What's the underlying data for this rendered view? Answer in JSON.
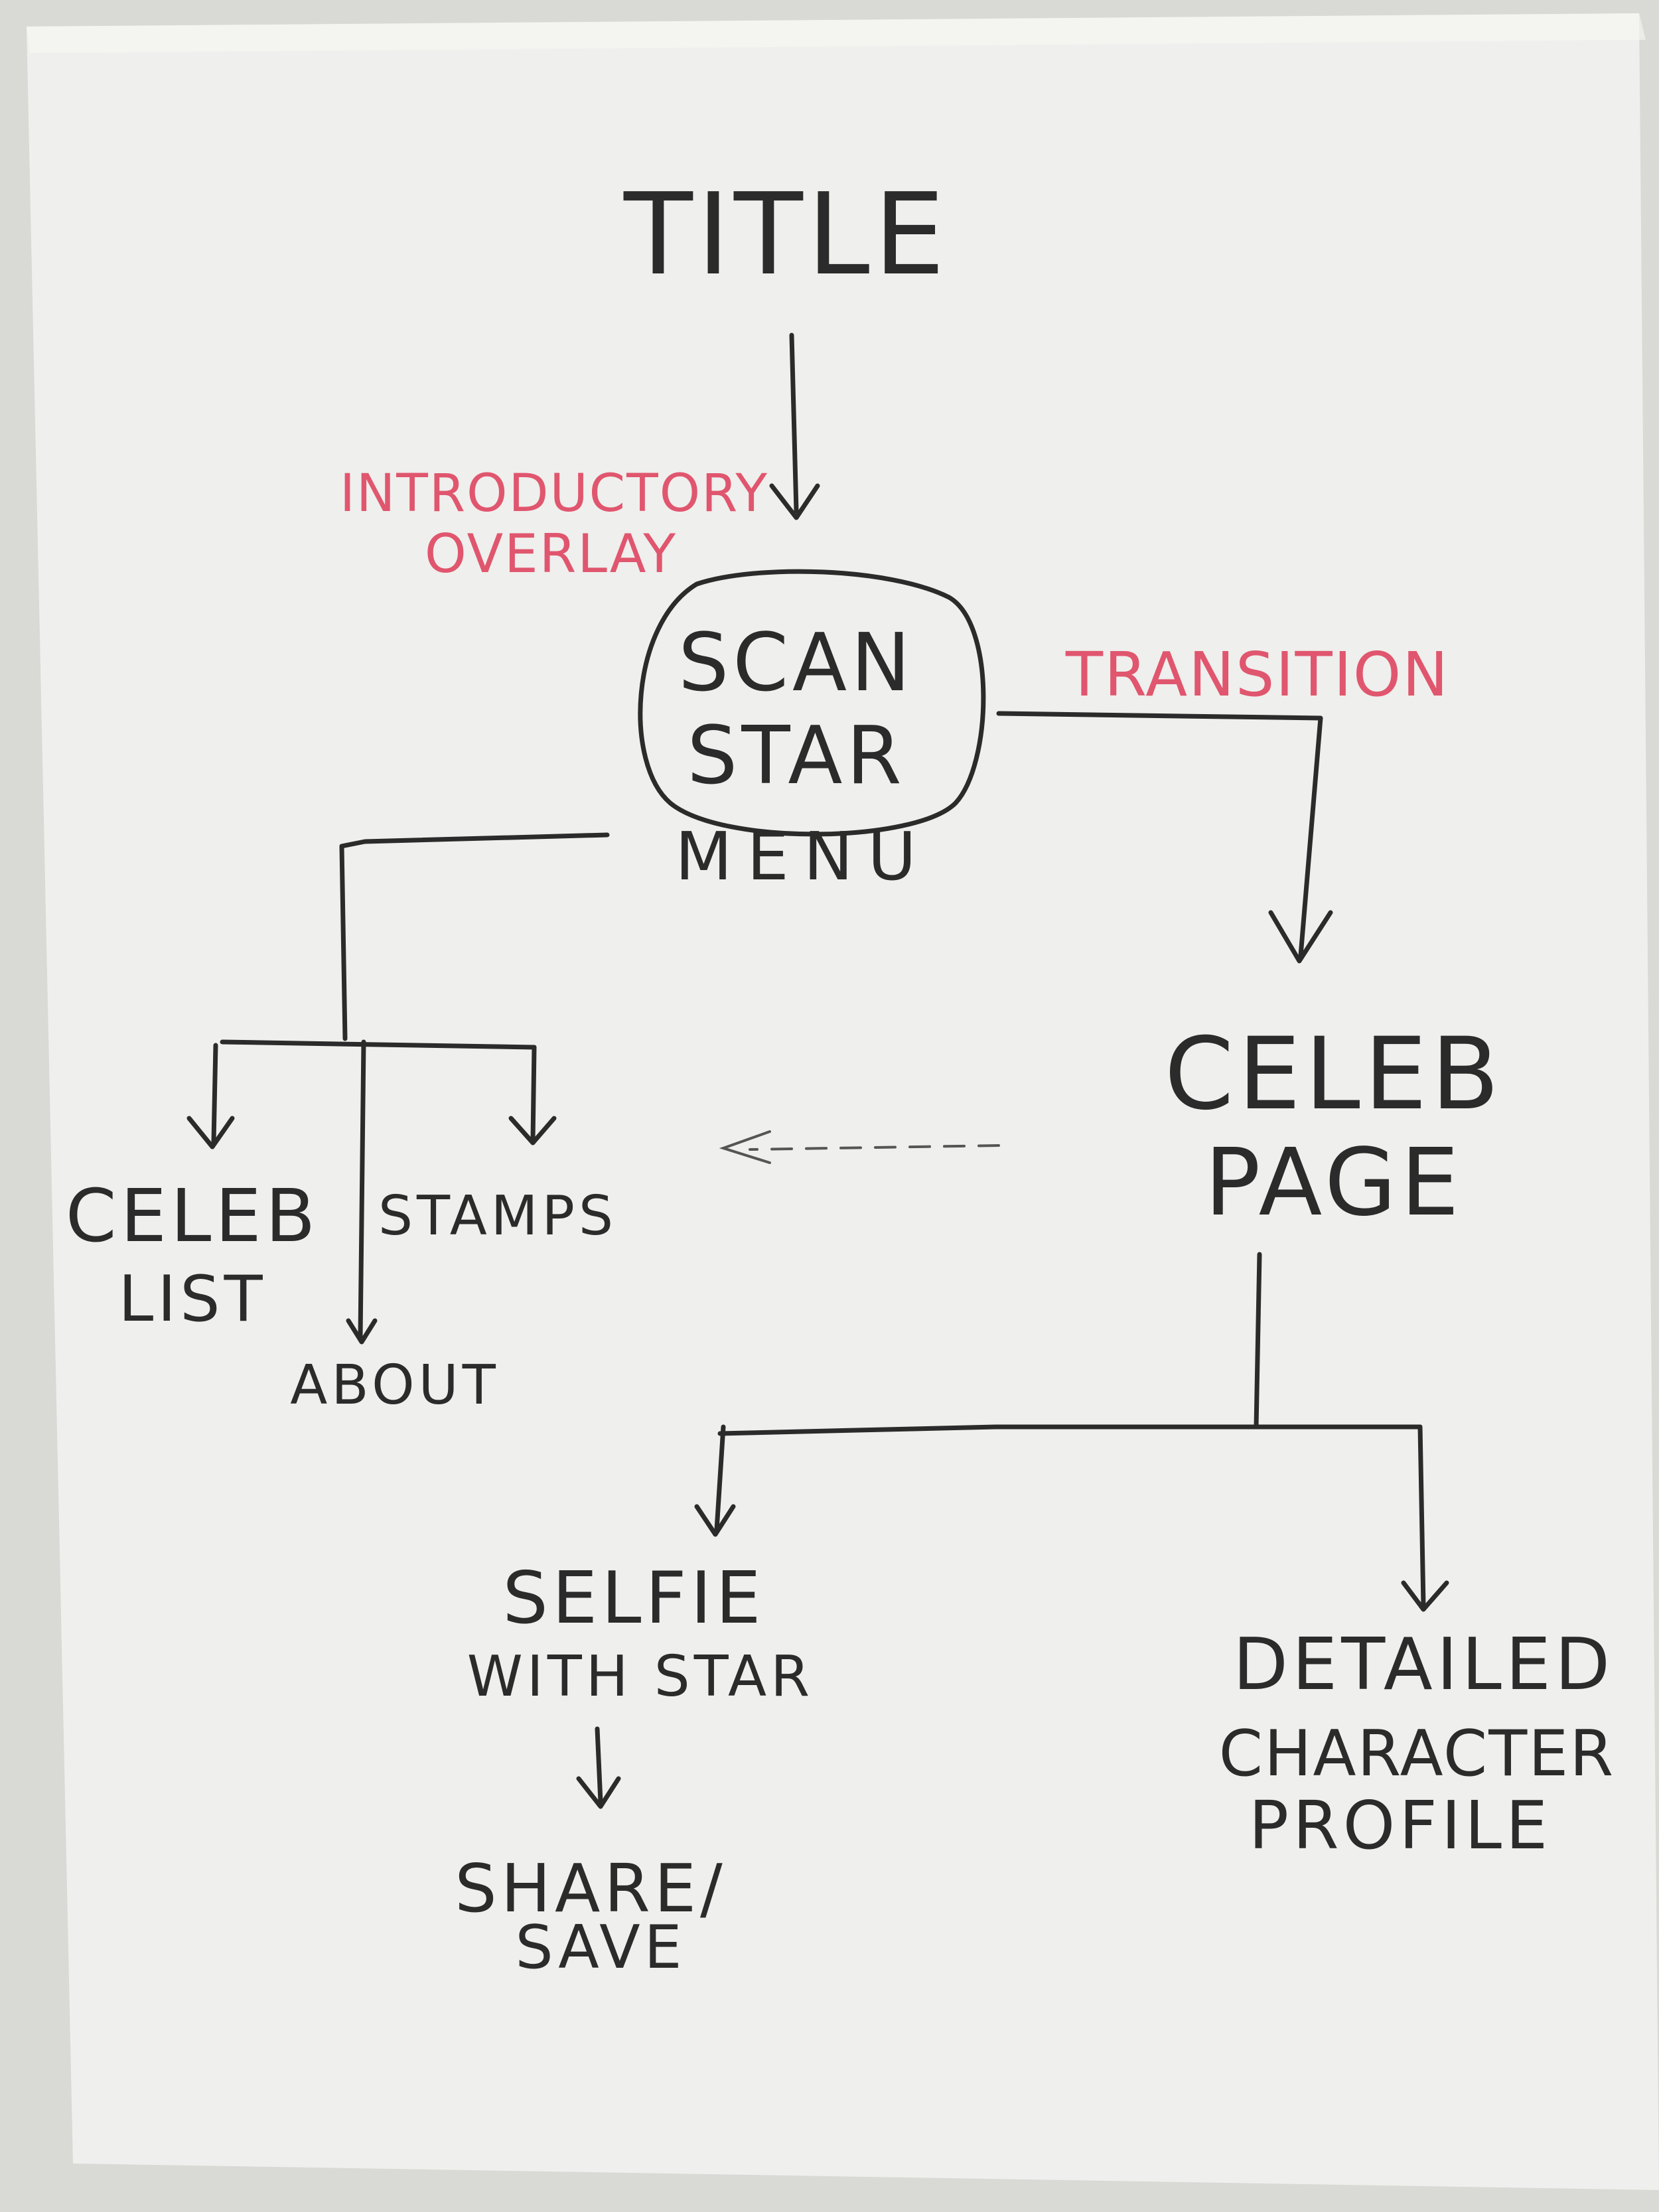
{
  "colors": {
    "paper": "#efefed",
    "ink": "#2b2b2b",
    "red_ink": "#e0566e",
    "background": "#d9d9d6"
  },
  "nodes": {
    "title": "TITLE",
    "scan_star_line1": "SCAN",
    "scan_star_line2": "STAR",
    "menu": "MENU",
    "celeb_list_line1": "CELEB",
    "celeb_list_line2": "LIST",
    "stamps": "STAMPS",
    "about": "ABOUT",
    "celeb_page_line1": "CELEB",
    "celeb_page_line2": "PAGE",
    "selfie_line1": "SELFIE",
    "selfie_line2": "WITH STAR",
    "share_line1": "SHARE/",
    "share_line2": "SAVE",
    "profile_line1": "DETAILED",
    "profile_line2": "CHARACTER",
    "profile_line3": "PROFILE"
  },
  "annotations": {
    "intro_line1": "INTRODUCTORY",
    "intro_line2": "OVERLAY",
    "transition": "TRANSITION"
  }
}
